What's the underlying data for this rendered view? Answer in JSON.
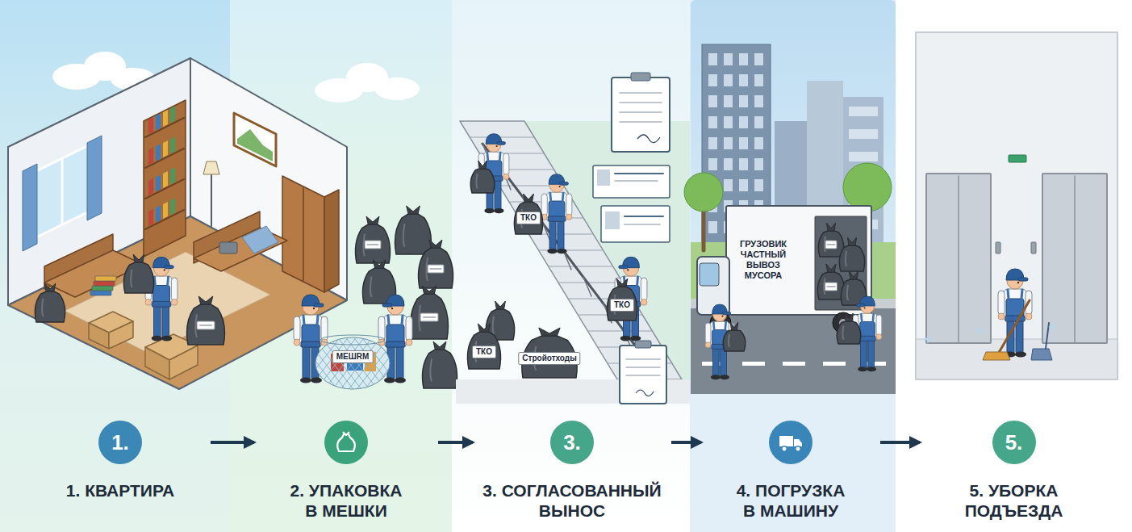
{
  "diagram": {
    "nodes": [
      {
        "text": [
          "1.",
          "1. КВАРТИРА"
        ]
      },
      {
        "text": [
          "2. УПАКОВКА В МЕШКИ"
        ]
      },
      {
        "text": [
          "3.",
          "3. СОГЛАСОВАННЫЙ ВЫНОС"
        ]
      },
      {
        "text": [
          "4. ПОГРУЗКА В МАШИНУ"
        ]
      },
      {
        "text": [
          "5.",
          "5. УБОРКА ПОДЪЕЗДА"
        ]
      }
    ],
    "edges": [
      {
        "from": 0,
        "to": 1,
        "arrow": "to"
      },
      {
        "from": 1,
        "to": 2,
        "arrow": "to"
      },
      {
        "from": 2,
        "to": 3,
        "arrow": "to"
      },
      {
        "from": 3,
        "to": 4,
        "arrow": "to"
      }
    ],
    "labels": [
      "МЕШRM",
      "ТКО",
      "ТКО",
      "ТКО",
      "Стройотходы",
      "ГРУЗОВИК ЧАСТНЫЙ ВЫВОЗ МУСОРА"
    ]
  }
}
